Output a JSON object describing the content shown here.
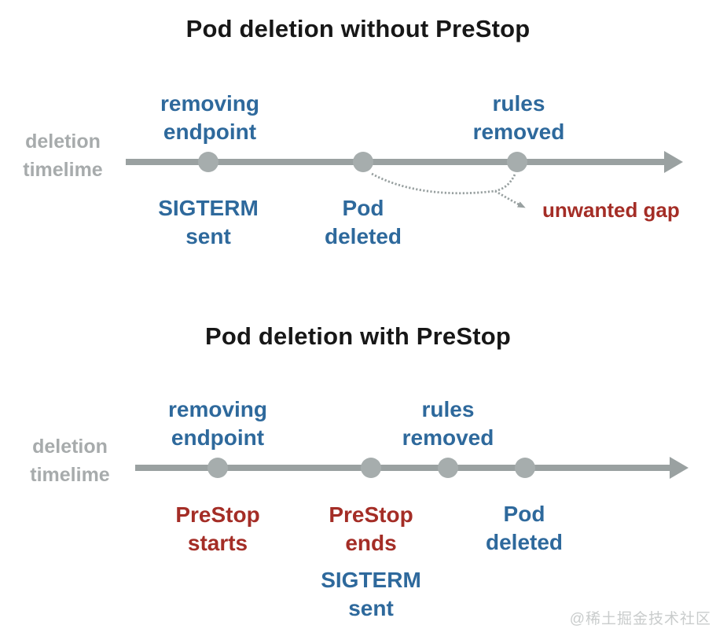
{
  "colors": {
    "title_text": "#171717",
    "event_blue": "#2e699c",
    "event_red": "#a42d26",
    "axis_label_gray": "#a7abac",
    "timeline_gray": "#9aa1a1",
    "dot_gray": "#a6adad",
    "annotation_curve_gray": "#98a0a0",
    "watermark_gray": "#c9cccc",
    "background": "#ffffff"
  },
  "timeline_without": {
    "title": "Pod deletion without PreStop",
    "axis_label": "deletion\ntimelime",
    "events_above": [
      {
        "label": "removing\nendpoint"
      },
      {
        "label": "rules\nremoved"
      }
    ],
    "events_below": [
      {
        "label": "SIGTERM\nsent"
      },
      {
        "label": "Pod\ndeleted"
      }
    ],
    "annotation": "unwanted gap",
    "dot_count": 3
  },
  "timeline_with": {
    "title": "Pod deletion with PreStop",
    "axis_label": "deletion\ntimelime",
    "events_above": [
      {
        "label": "removing\nendpoint"
      },
      {
        "label": "rules\nremoved"
      }
    ],
    "events_below": [
      {
        "label": "PreStop\nstarts"
      },
      {
        "label": "PreStop\nends"
      },
      {
        "label": "Pod\ndeleted"
      },
      {
        "label": "SIGTERM\nsent"
      }
    ],
    "dot_count": 4
  },
  "watermark": "@稀土掘金技术社区"
}
